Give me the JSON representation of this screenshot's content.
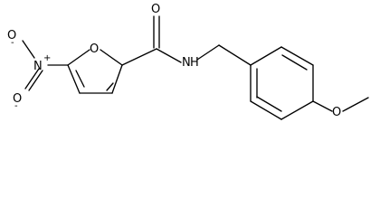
{
  "molecule": {
    "labels": {
      "nitro_o_minus": "O",
      "nitro_n": "N",
      "ring_o": "O",
      "amide_o": "O",
      "amide_n": "N",
      "amide_h": "H",
      "methoxy_o": "O"
    },
    "charges": {
      "nitro_minus": "-",
      "nitro_plus": "+"
    }
  }
}
